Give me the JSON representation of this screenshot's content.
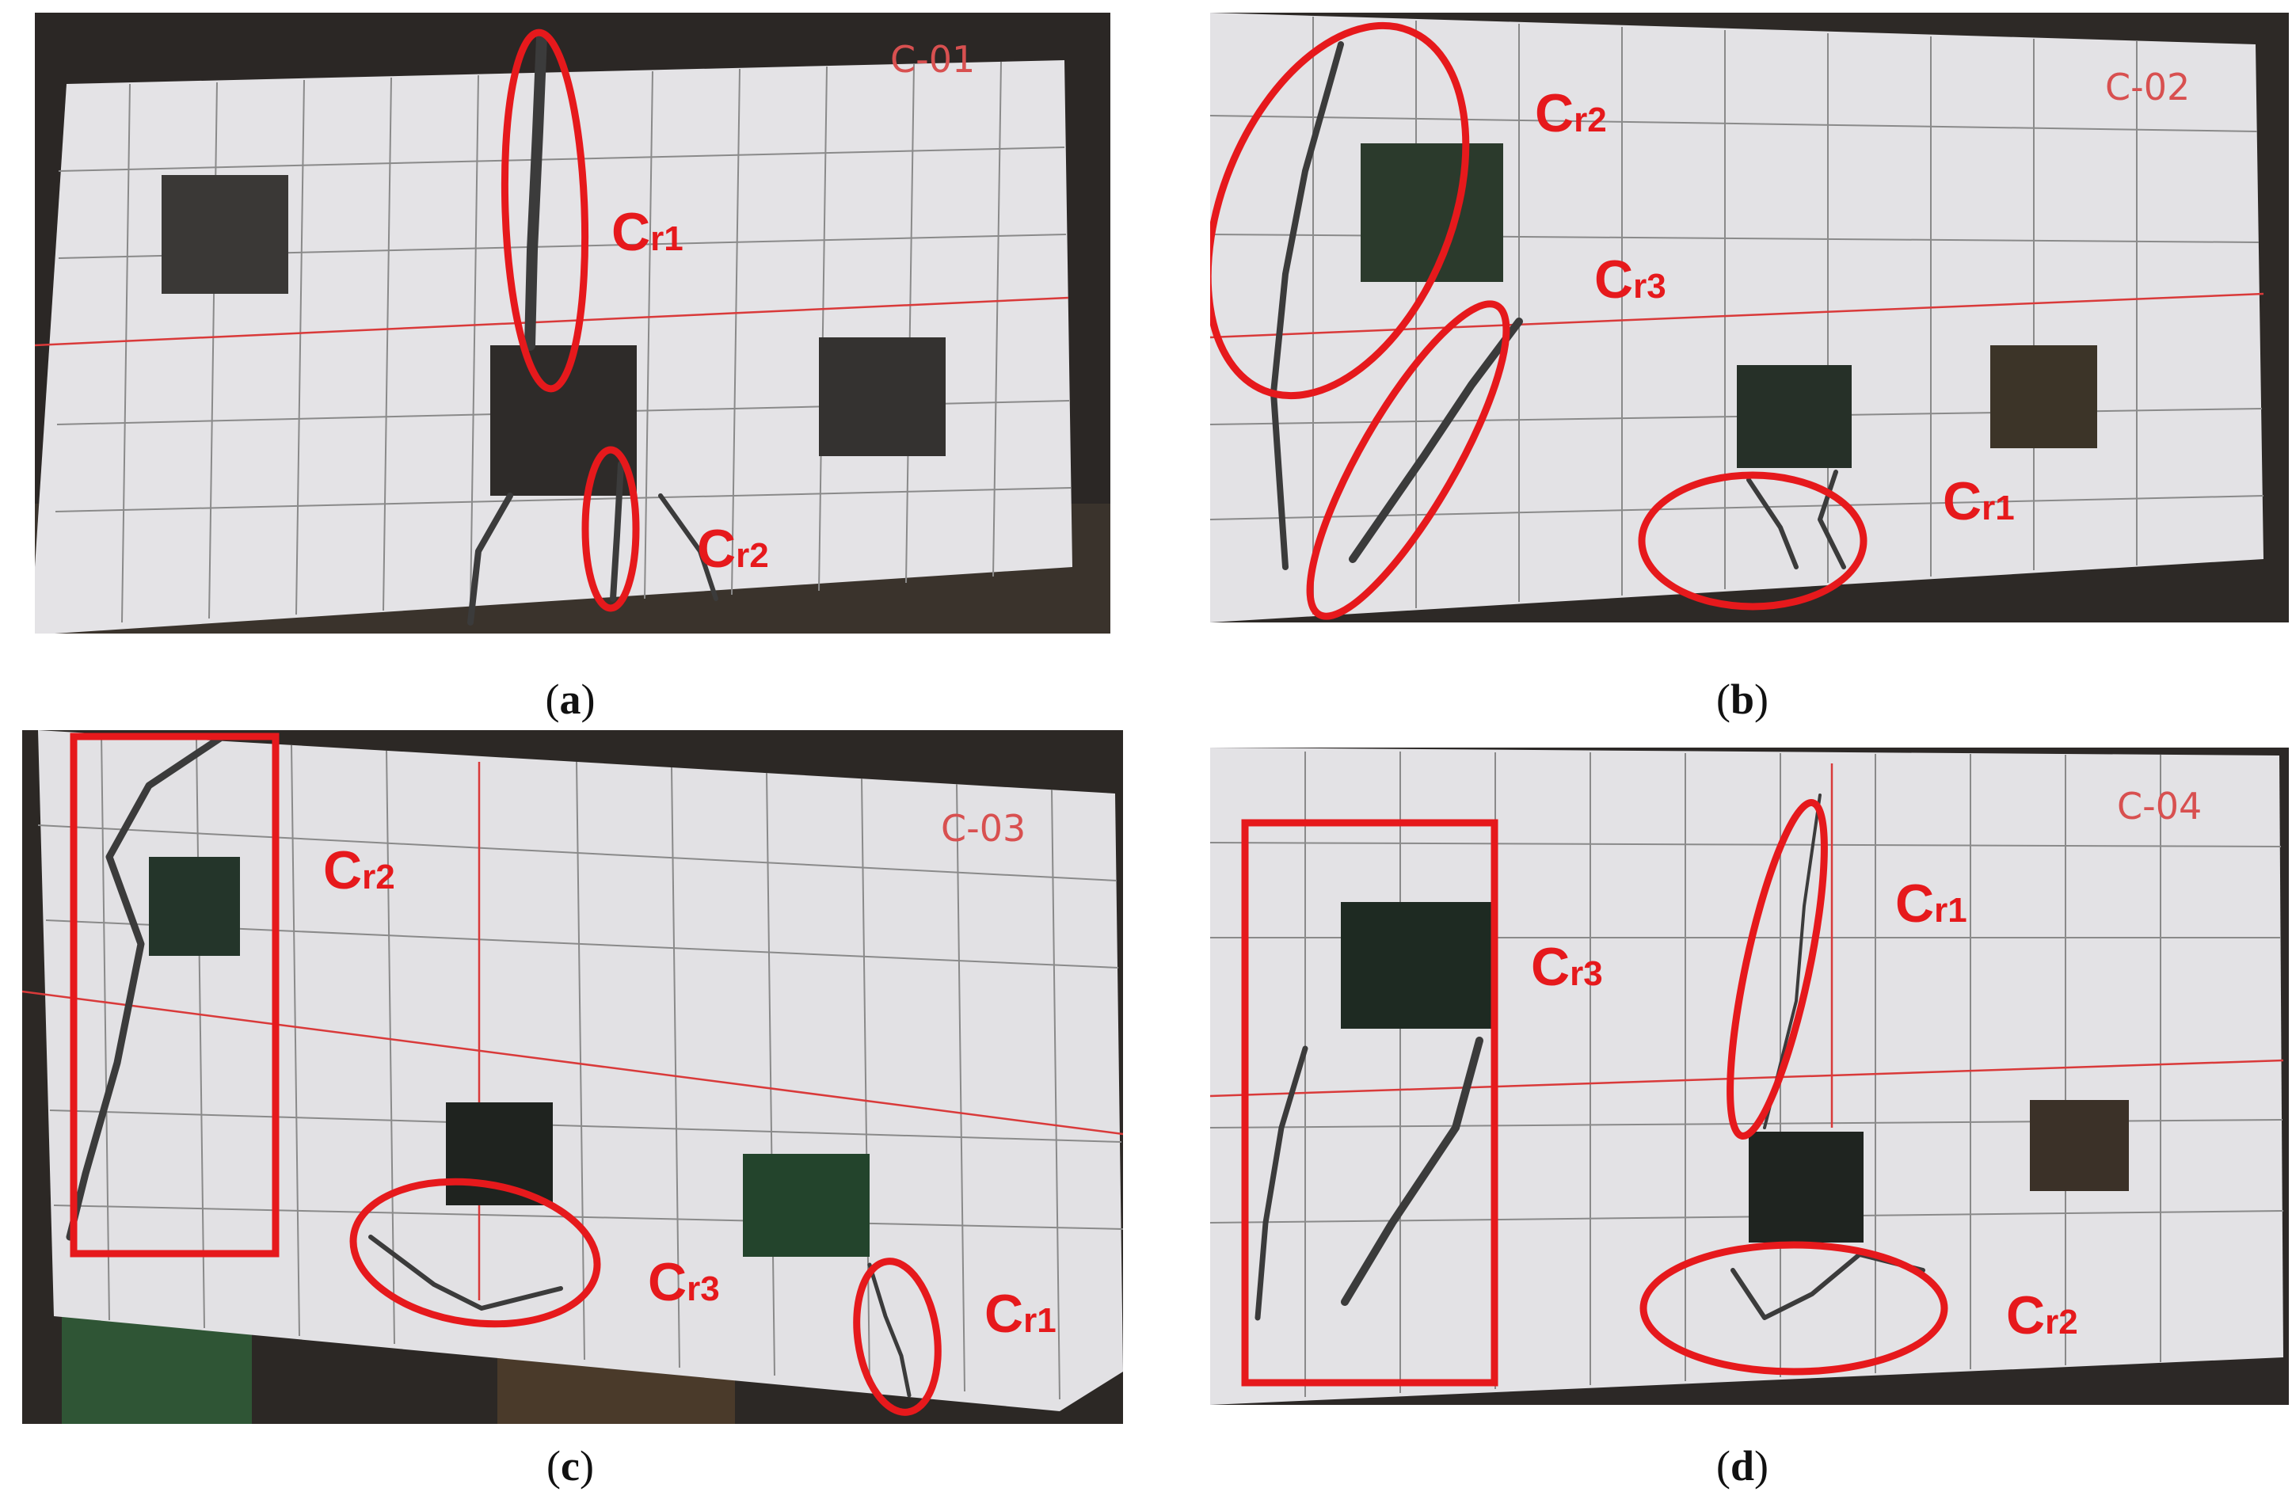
{
  "colors": {
    "annotation_red": "#e6191c",
    "wall_white": "#e4e3e6",
    "background_dark": "#2a2522"
  },
  "panels": {
    "a": {
      "caption_open": "(",
      "caption_letter": "a",
      "caption_close": ")",
      "labels": {
        "cr1": "r1",
        "cr2": "r2"
      },
      "marker": "C-01"
    },
    "b": {
      "caption_open": "(",
      "caption_letter": "b",
      "caption_close": ")",
      "labels": {
        "cr1": "r1",
        "cr2": "r2",
        "cr3": "r3"
      },
      "marker": "C-02"
    },
    "c": {
      "caption_open": "(",
      "caption_letter": "c",
      "caption_close": ")",
      "labels": {
        "cr1": "r1",
        "cr2": "r2",
        "cr3": "r3"
      },
      "marker": "C-03"
    },
    "d": {
      "caption_open": "(",
      "caption_letter": "d",
      "caption_close": ")",
      "labels": {
        "cr1": "r1",
        "cr2": "r2",
        "cr3": "r3"
      },
      "marker": "C-04"
    }
  },
  "crack_letter": "C"
}
